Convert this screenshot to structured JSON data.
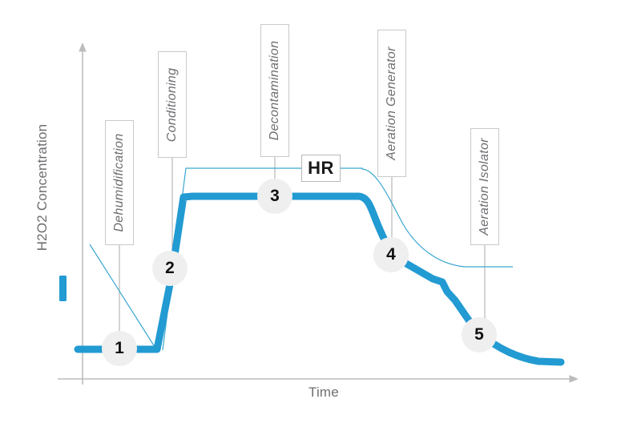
{
  "chart_data": {
    "type": "line",
    "title": "",
    "xlabel": "Time",
    "ylabel": "H2O2 Concentration",
    "grid": false,
    "legend_position": "left",
    "axes": {
      "x_arrow": true,
      "y_arrow": true,
      "x_ticks": [],
      "y_ticks": []
    },
    "series": [
      {
        "name": "H2O2 Concentration",
        "color": "#229ad2",
        "style": "thick",
        "points": [
          {
            "x": 0.0,
            "y": 0.09,
            "note": "baseline start"
          },
          {
            "x": 0.08,
            "y": 0.09,
            "note": "phase 1 dehumidification plateau"
          },
          {
            "x": 0.155,
            "y": 0.09,
            "note": "marker 1 baseline"
          },
          {
            "x": 0.205,
            "y": 0.1,
            "note": "start of conditioning rise"
          },
          {
            "x": 0.235,
            "y": 0.47,
            "note": "marker 2 ramp"
          },
          {
            "x": 0.265,
            "y": 0.62,
            "note": "top of conditioning ramp"
          },
          {
            "x": 0.325,
            "y": 0.62,
            "note": "decontamination plateau start"
          },
          {
            "x": 0.545,
            "y": 0.62,
            "note": "marker 3 plateau"
          },
          {
            "x": 0.625,
            "y": 0.62,
            "note": "plateau end"
          },
          {
            "x": 0.665,
            "y": 0.44,
            "note": "aeration generator drop"
          },
          {
            "x": 0.7,
            "y": 0.33,
            "note": "marker 4"
          },
          {
            "x": 0.76,
            "y": 0.27,
            "note": "aeration decay"
          },
          {
            "x": 0.79,
            "y": 0.245,
            "note": "small step"
          },
          {
            "x": 0.82,
            "y": 0.2,
            "note": "aeration isolator decay"
          },
          {
            "x": 0.87,
            "y": 0.155,
            "note": "marker 5"
          },
          {
            "x": 0.93,
            "y": 0.105,
            "note": "tail"
          },
          {
            "x": 1.0,
            "y": 0.085,
            "note": "end"
          }
        ]
      },
      {
        "name": "HR",
        "color": "#3aa6d0",
        "style": "thin",
        "points": [
          {
            "x": 0.015,
            "y": 0.78,
            "note": "HR high start"
          },
          {
            "x": 0.175,
            "y": 0.1,
            "note": "HR falls during dehumidification"
          },
          {
            "x": 0.225,
            "y": 0.73,
            "note": "HR rises during conditioning"
          },
          {
            "x": 0.62,
            "y": 0.73,
            "note": "HR plateau through decontamination"
          },
          {
            "x": 0.665,
            "y": 0.6,
            "note": "HR begins decay"
          },
          {
            "x": 0.76,
            "y": 0.4,
            "note": "HR decay"
          },
          {
            "x": 0.87,
            "y": 0.3,
            "note": "HR tail"
          },
          {
            "x": 0.9,
            "y": 0.285,
            "note": "HR end"
          }
        ]
      }
    ],
    "phase_labels": [
      {
        "id": 1,
        "label": "Dehumidification"
      },
      {
        "id": 2,
        "label": "Conditioning"
      },
      {
        "id": 3,
        "label": "Decontamination"
      },
      {
        "id": 4,
        "label": "Aeration Generator"
      },
      {
        "id": 5,
        "label": "Aeration Isolator"
      }
    ],
    "markers": [
      {
        "label": "1"
      },
      {
        "label": "2"
      },
      {
        "label": "3"
      },
      {
        "label": "4"
      },
      {
        "label": "5"
      }
    ],
    "annotations": [
      {
        "label": "HR",
        "description": "relative humidity trace label"
      }
    ]
  },
  "axis": {
    "y_label": "H2O2 Concentration",
    "x_label": "Time"
  },
  "legend": {
    "swatch_color": "#229ad2",
    "swatch_name": "h2o2-concentration-swatch"
  },
  "callouts": [
    {
      "name": "dehumidification",
      "text": "Dehumidification"
    },
    {
      "name": "conditioning",
      "text": "Conditioning"
    },
    {
      "name": "decontamination",
      "text": "Decontamination"
    },
    {
      "name": "aeration-generator",
      "text": "Aeration Generator"
    },
    {
      "name": "aeration-isolator",
      "text": "Aeration Isolator"
    }
  ],
  "hr": {
    "label": "HR"
  },
  "markers": [
    {
      "label": "1"
    },
    {
      "label": "2"
    },
    {
      "label": "3"
    },
    {
      "label": "4"
    },
    {
      "label": "5"
    }
  ],
  "colors": {
    "thick_line": "#229ad2",
    "thin_line": "#3aa6d0",
    "axis": "#bcbcbc",
    "leader": "#a8a8a8",
    "box_border": "#c9c9c9",
    "text": "#6d6e71",
    "marker_fill": "#efefef"
  }
}
